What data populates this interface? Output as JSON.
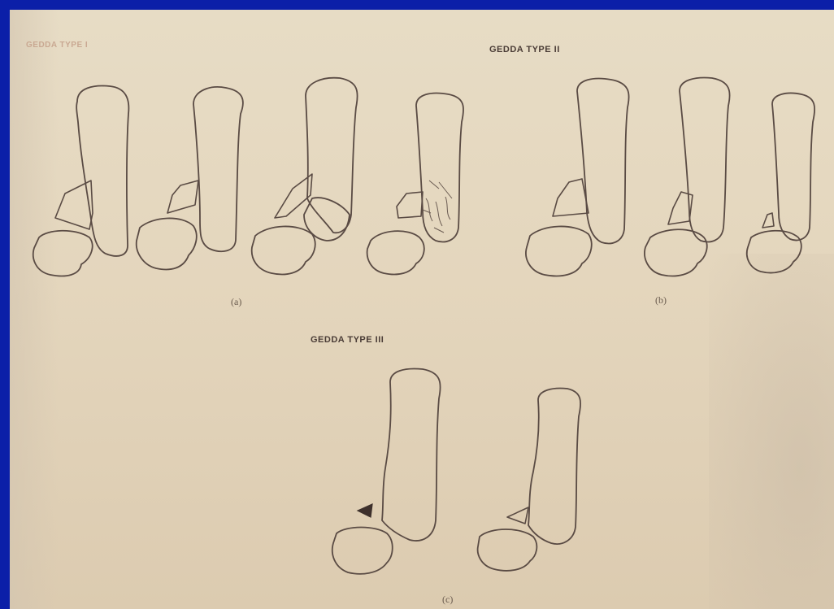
{
  "titles": {
    "type1": "GEDDA TYPE I",
    "type2": "GEDDA TYPE II",
    "type3": "GEDDA TYPE III"
  },
  "captions": {
    "a": "(a)",
    "b": "(b)",
    "c": "(c)"
  },
  "colors": {
    "border": "#0b1fa8",
    "paper": "#e4d6bd",
    "line": "#5a4b44",
    "type1_title": "#c9a892",
    "heading": "#4a3c36"
  }
}
